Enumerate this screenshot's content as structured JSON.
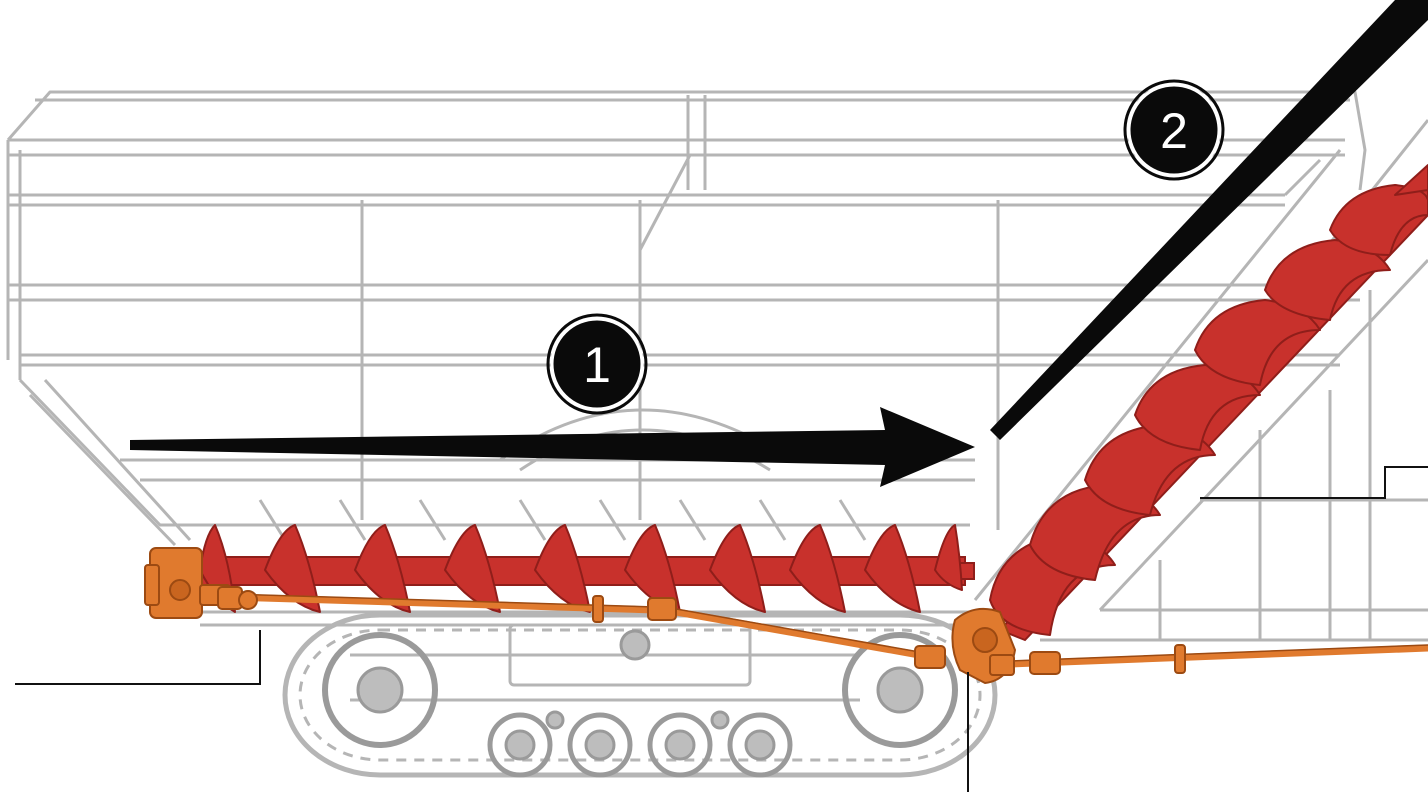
{
  "diagram": {
    "callouts": [
      {
        "id": "1",
        "label": "1"
      },
      {
        "id": "2",
        "label": "2"
      }
    ],
    "colors": {
      "background": "#ffffff",
      "frame": "#b5b5b5",
      "frame_dark": "#9a9a9a",
      "auger": "#c8312c",
      "auger_dark": "#8f1e1a",
      "driveline": "#e07a2e",
      "driveline_dark": "#9c4a12",
      "callout_fill": "#0a0a0a",
      "callout_text": "#ffffff",
      "leader": "#111111"
    }
  }
}
